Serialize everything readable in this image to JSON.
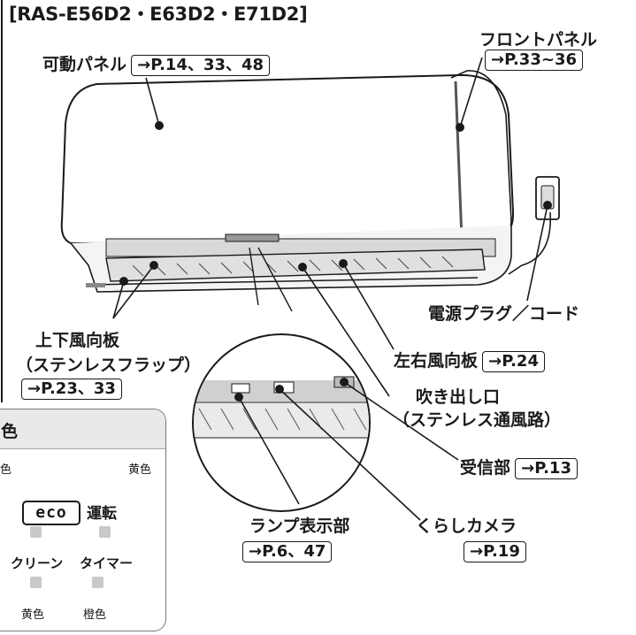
{
  "header": {
    "model": "[RAS-E56D2・E63D2・E71D2]"
  },
  "callouts": {
    "movable_panel": {
      "label": "可動パネル",
      "ref": "→P.14、33、48"
    },
    "front_panel": {
      "label": "フロントパネル",
      "ref": "→P.33~36"
    },
    "power_plug": {
      "label": "電源プラグ／コード"
    },
    "vertical_louver": {
      "label_line1": "上下風向板",
      "label_line2": "（ステンレスフラップ）",
      "ref": "→P.23、33"
    },
    "horizontal_louver": {
      "label": "左右風向板",
      "ref": "→P.24"
    },
    "outlet": {
      "label_line1": "吹き出し口",
      "label_line2": "（ステンレス通風路）"
    },
    "receiver": {
      "label": "受信部",
      "ref": "→P.13"
    },
    "lamp_display": {
      "label": "ランプ表示部",
      "ref": "→P.6、47"
    },
    "kurashi_camera": {
      "label": "くらしカメラ",
      "ref": "→P.19"
    }
  },
  "lamp_panel": {
    "header": "色",
    "top_left_color": "色",
    "top_right_color": "黄色",
    "eco_label": "eco",
    "run_label": "運転",
    "clean_label": "クリーン",
    "timer_label": "タイマー",
    "bottom_left_color": "黄色",
    "bottom_right_color": "橙色"
  },
  "colors": {
    "line": "#1a1a1a",
    "lamp_header_bg": "#e9e9e9",
    "lamp_indicator": "#c9c9c9"
  }
}
